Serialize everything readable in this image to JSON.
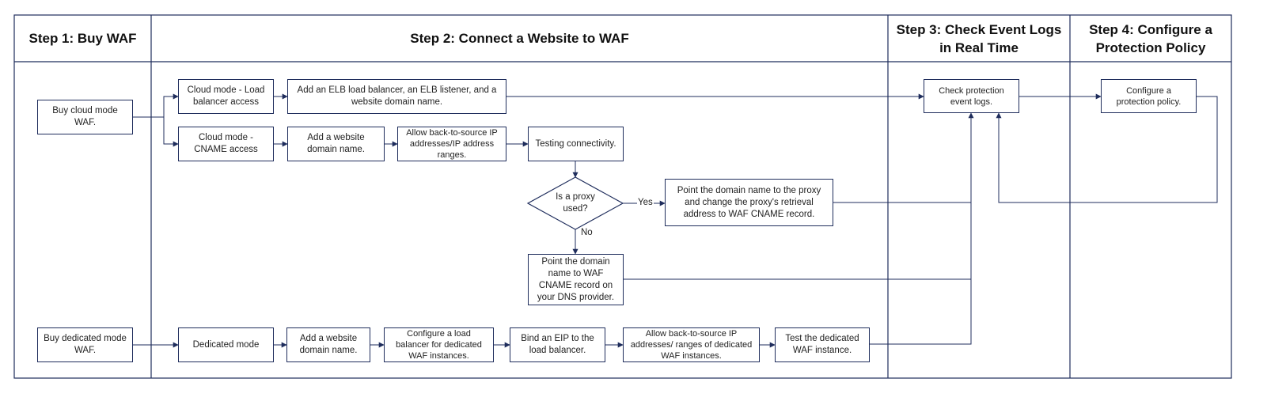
{
  "headers": {
    "step1": "Step 1: Buy WAF",
    "step2": "Step 2: Connect a Website to WAF",
    "step3": "Step 3: Check Event Logs in Real Time",
    "step4": "Step 4: Configure a Protection Policy"
  },
  "nodes": {
    "buy_cloud": "Buy cloud mode WAF.",
    "buy_dedicated": "Buy dedicated mode WAF.",
    "cloud_lb": "Cloud mode - Load balancer access",
    "add_elb": "Add an ELB load balancer, an ELB listener, and a website domain name.",
    "cloud_cname": "Cloud mode - CNAME access",
    "add_domain_cname": "Add a website domain name.",
    "allow_ip_cname": "Allow back-to-source IP addresses/IP address ranges.",
    "testing": "Testing connectivity.",
    "proxy_decision": "Is a proxy used?",
    "point_proxy": "Point the domain name to the proxy and change the proxy's retrieval address to WAF CNAME record.",
    "point_dns": "Point the domain name to WAF CNAME record on your DNS provider.",
    "dedicated_mode": "Dedicated mode",
    "add_domain_ded": "Add a website domain name.",
    "config_lb": "Configure a load balancer for dedicated WAF instances.",
    "bind_eip": "Bind an EIP to the load balancer.",
    "allow_ip_ded": "Allow back-to-source IP addresses/ ranges of dedicated WAF instances.",
    "test_ded": "Test the dedicated WAF instance.",
    "check_logs": "Check protection event logs.",
    "config_policy": "Configure a protection policy."
  },
  "labels": {
    "yes": "Yes",
    "no": "No"
  },
  "colors": {
    "line": "#1f2d5c",
    "box_border": "#1f2d5c",
    "text": "#222222"
  }
}
